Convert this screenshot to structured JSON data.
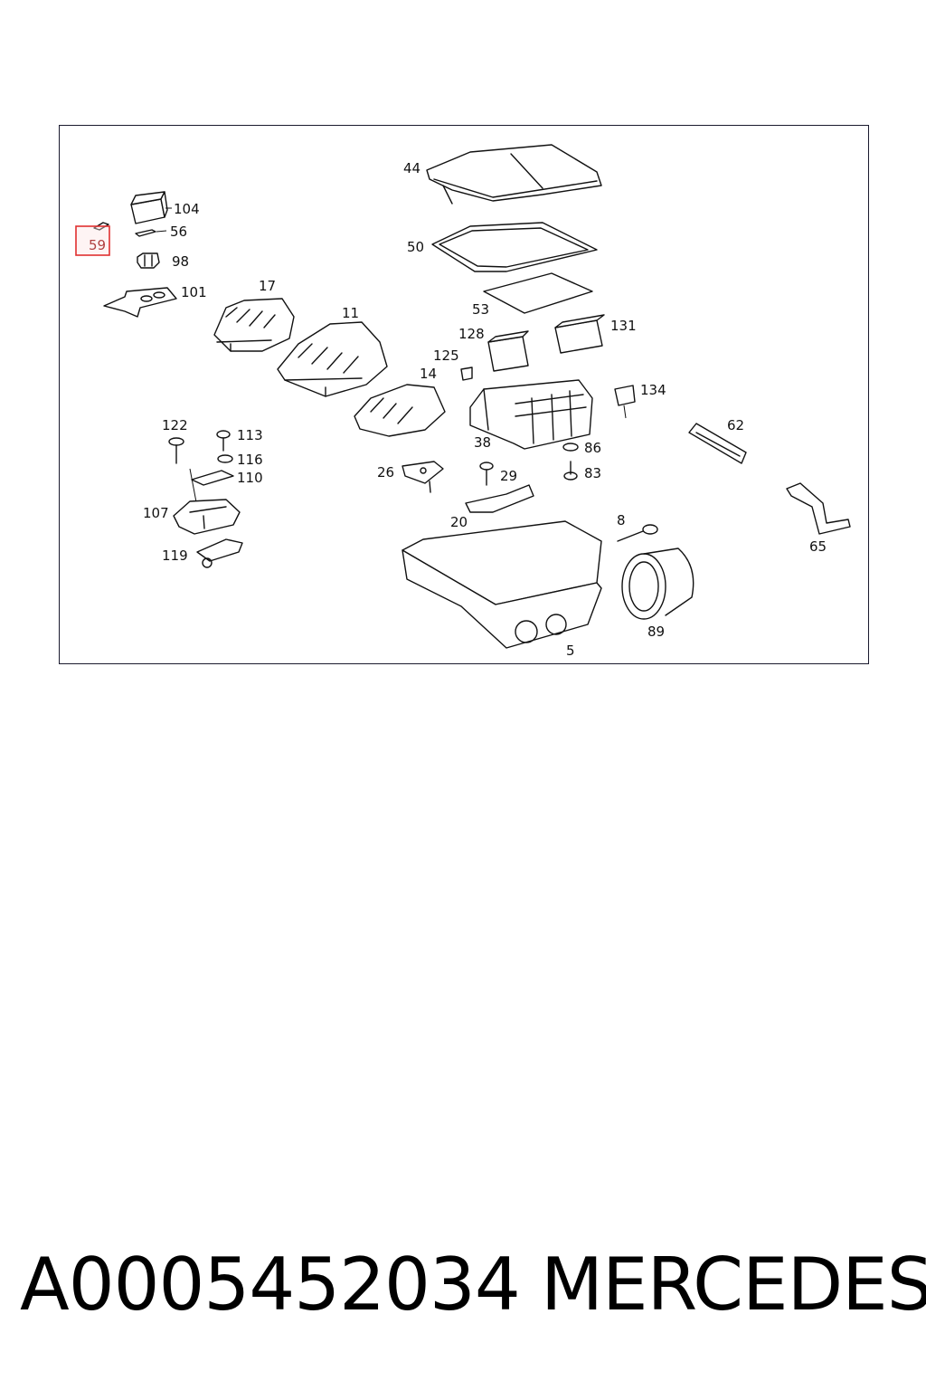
{
  "diagram": {
    "highlighted_part": "59",
    "highlight_color": "#e03030",
    "labels": [
      "104",
      "56",
      "59",
      "98",
      "101",
      "17",
      "11",
      "44",
      "50",
      "53",
      "128",
      "131",
      "125",
      "14",
      "134",
      "62",
      "122",
      "113",
      "116",
      "110",
      "107",
      "119",
      "26",
      "29",
      "38",
      "86",
      "83",
      "20",
      "8",
      "65",
      "89",
      "5"
    ]
  },
  "footer": {
    "part_number": "A0005452034",
    "brand": "MERCEDES"
  }
}
